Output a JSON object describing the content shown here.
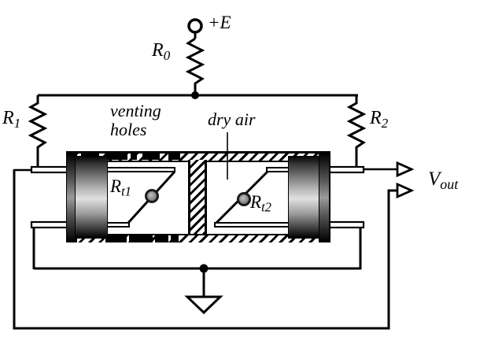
{
  "figure": {
    "type": "circuit-diagram",
    "description_labels": {
      "venting_holes": {
        "line1": "venting",
        "line2": "holes"
      },
      "dry_air": "dry air"
    },
    "supply": {
      "label": "+E"
    },
    "resistors": {
      "r0": {
        "base": "R",
        "sub": "0"
      },
      "r1": {
        "base": "R",
        "sub": "1"
      },
      "r2": {
        "base": "R",
        "sub": "2"
      },
      "rt1": {
        "base": "R",
        "sub": "t1"
      },
      "rt2": {
        "base": "R",
        "sub": "t2"
      }
    },
    "output": {
      "base": "V",
      "sub": "out"
    },
    "colors": {
      "line": "#000000",
      "background": "#ffffff",
      "bead": "#8a8a8a",
      "cap_light": "#e0e0e0",
      "cap_dark": "#050505"
    }
  }
}
